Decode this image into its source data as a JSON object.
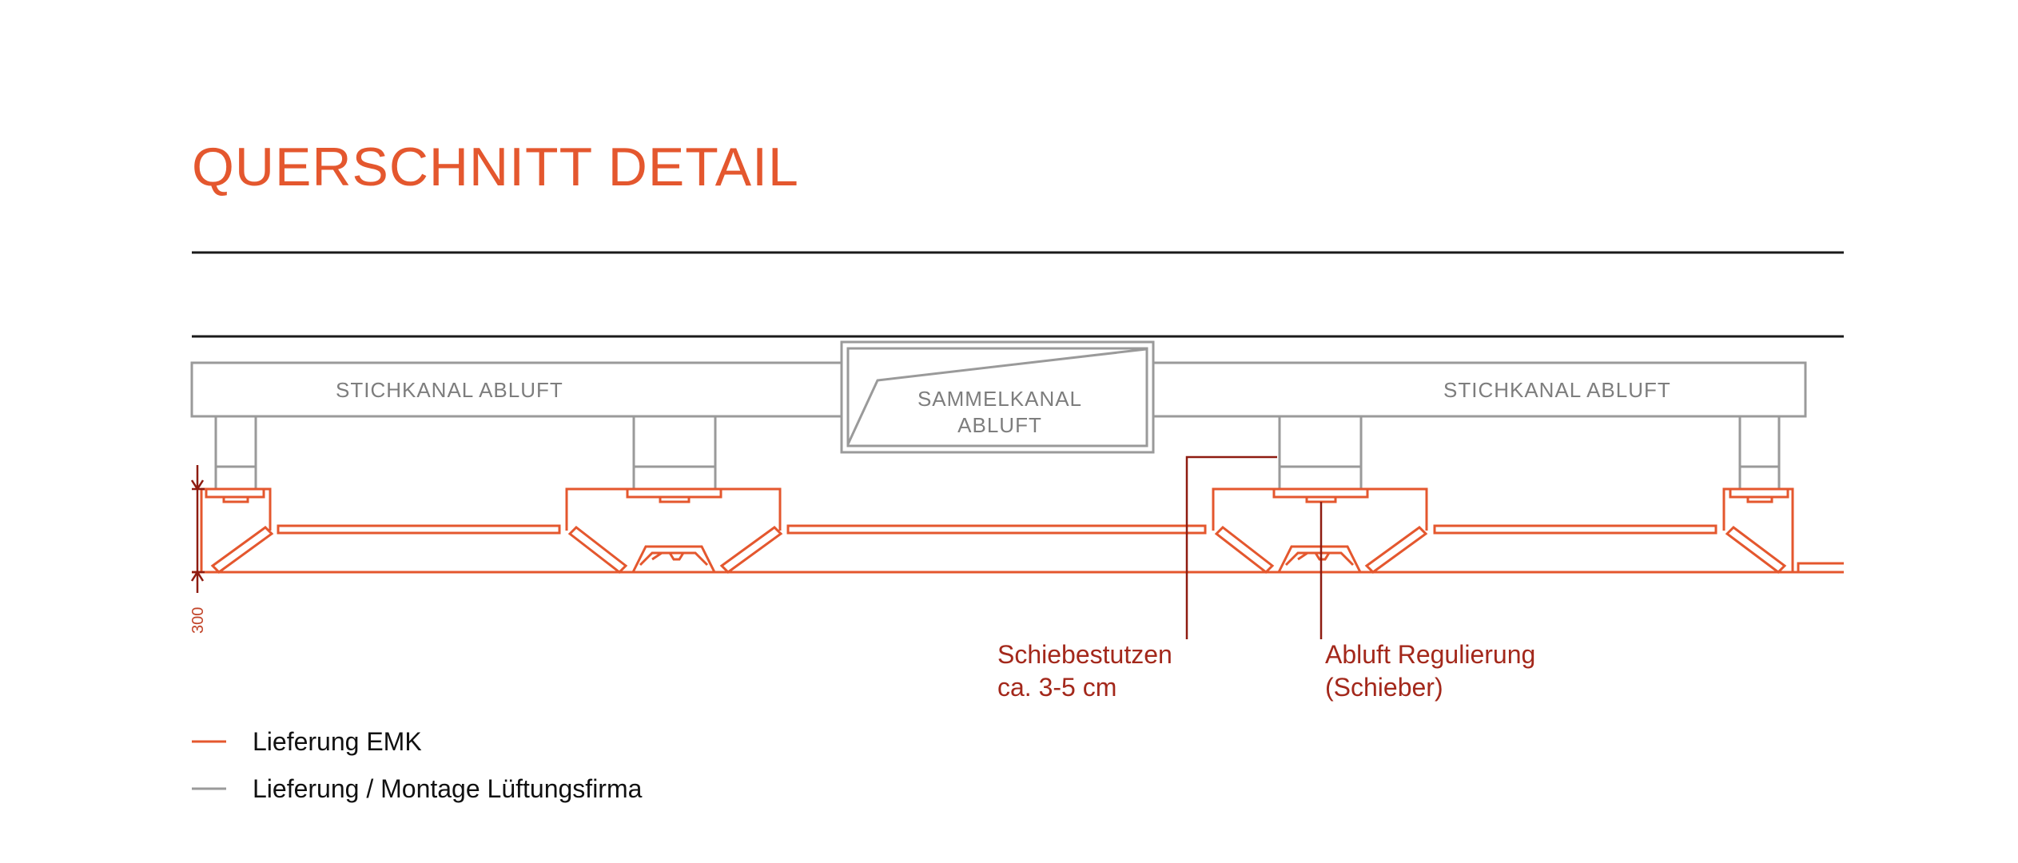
{
  "title": "QUERSCHNITT DETAIL",
  "ducts": {
    "left_label": "STICHKANAL ABLUFT",
    "center_label_line1": "SAMMELKANAL",
    "center_label_line2": "ABLUFT",
    "right_label": "STICHKANAL ABLUFT"
  },
  "dimension": {
    "value": "300"
  },
  "callouts": {
    "schiebestutzen_line1": "Schiebestutzen",
    "schiebestutzen_line2": "ca. 3-5 cm",
    "abluft_line1": "Abluft Regulierung",
    "abluft_line2": "(Schieber)"
  },
  "legend": {
    "emk_label": "Lieferung EMK",
    "lueftung_label": "Lieferung / Montage Lüftungsfirma"
  },
  "colors": {
    "emk": "#e4572e",
    "lueftung": "#9a9a9a",
    "callout": "#a3281b"
  }
}
